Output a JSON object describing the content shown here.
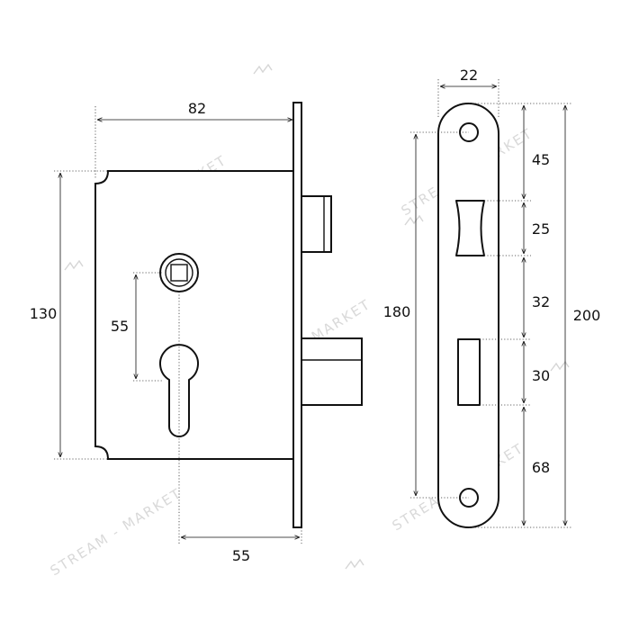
{
  "watermark": "STREAM - MARKET",
  "left_view": {
    "width_label": "82",
    "height_label": "130",
    "spindle_to_cylinder_label": "55",
    "backset_label": "55"
  },
  "right_view": {
    "faceplate_width_label": "22",
    "hole_spacing_label": "180",
    "total_length_label": "200",
    "segments": {
      "top_to_latch": "45",
      "latch_height": "25",
      "latch_to_bolt": "32",
      "bolt_height": "30",
      "bolt_to_bottom": "68"
    }
  },
  "colors": {
    "line": "#111111",
    "watermark": "#d9d9d9"
  }
}
